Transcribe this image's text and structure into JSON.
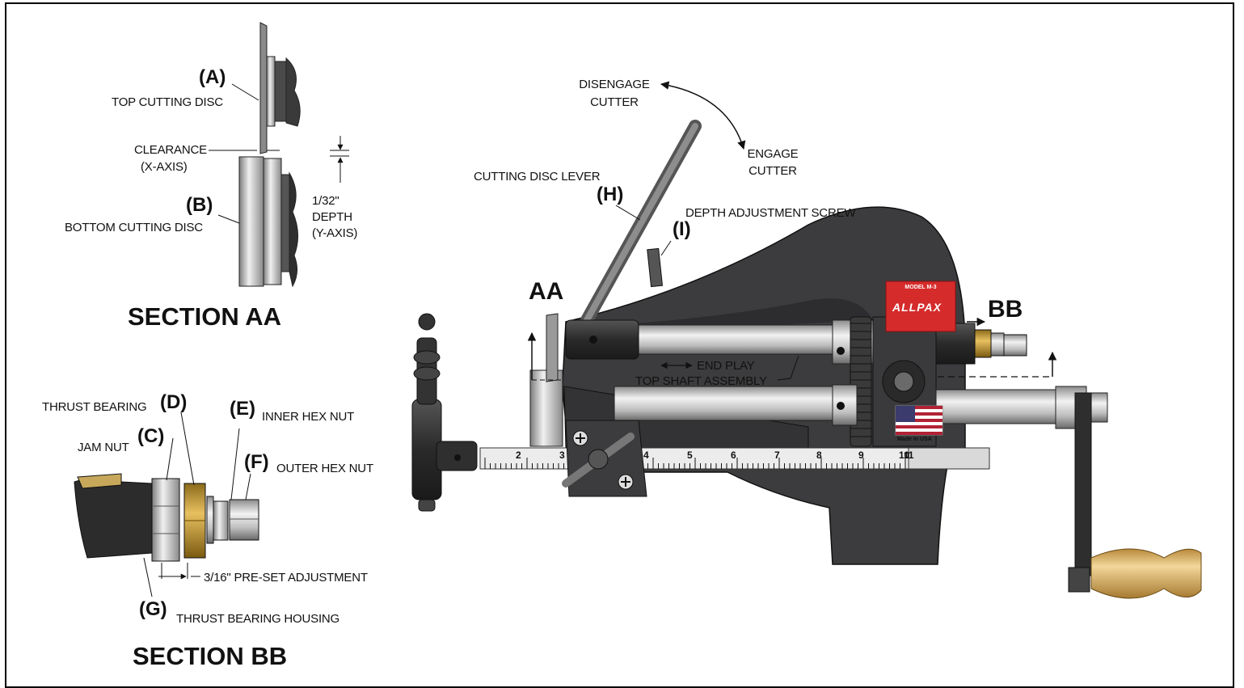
{
  "sections": {
    "aa": {
      "title": "SECTION AA",
      "code_a": "(A)",
      "label_a": "TOP CUTTING DISC",
      "clearance_line1": "CLEARANCE",
      "clearance_line2": "(X-AXIS)",
      "code_b": "(B)",
      "label_b": "BOTTOM CUTTING DISC",
      "depth_line1": "1/32\"",
      "depth_line2": "DEPTH",
      "depth_line3": "(Y-AXIS)"
    },
    "bb": {
      "title": "SECTION BB",
      "code_d": "(D)",
      "label_d": "THRUST BEARING",
      "code_c": "(C)",
      "label_c": "JAM NUT",
      "code_e": "(E)",
      "label_e": "INNER HEX NUT",
      "code_f": "(F)",
      "label_f": "OUTER HEX NUT",
      "preset": "3/16\" PRE-SET ADJUSTMENT",
      "code_g": "(G)",
      "label_g": "THRUST BEARING HOUSING"
    }
  },
  "machine": {
    "disengage_line1": "DISENGAGE",
    "disengage_line2": "CUTTER",
    "engage_line1": "ENGAGE",
    "engage_line2": "CUTTER",
    "lever_label": "CUTTING DISC LEVER",
    "code_h": "(H)",
    "depth_screw_label": "DEPTH ADJUSTMENT SCREW",
    "code_i": "(I)",
    "marker_aa": "AA",
    "marker_bb": "BB",
    "end_play": "END PLAY",
    "top_shaft": "TOP SHAFT ASSEMBLY",
    "made_in": "Made in USA",
    "plate_line1": "MODEL M-3",
    "plate_brand": "ALLPAX",
    "scale_numbers": [
      "2",
      "3",
      "4",
      "5",
      "6",
      "7",
      "8",
      "9",
      "10",
      "11"
    ]
  },
  "colors": {
    "body": "#3a3a3c",
    "shaft": "#c9c9c9",
    "brass": "#c99a2e",
    "plate": "#d62b2b",
    "handle": "#d9b36a"
  }
}
